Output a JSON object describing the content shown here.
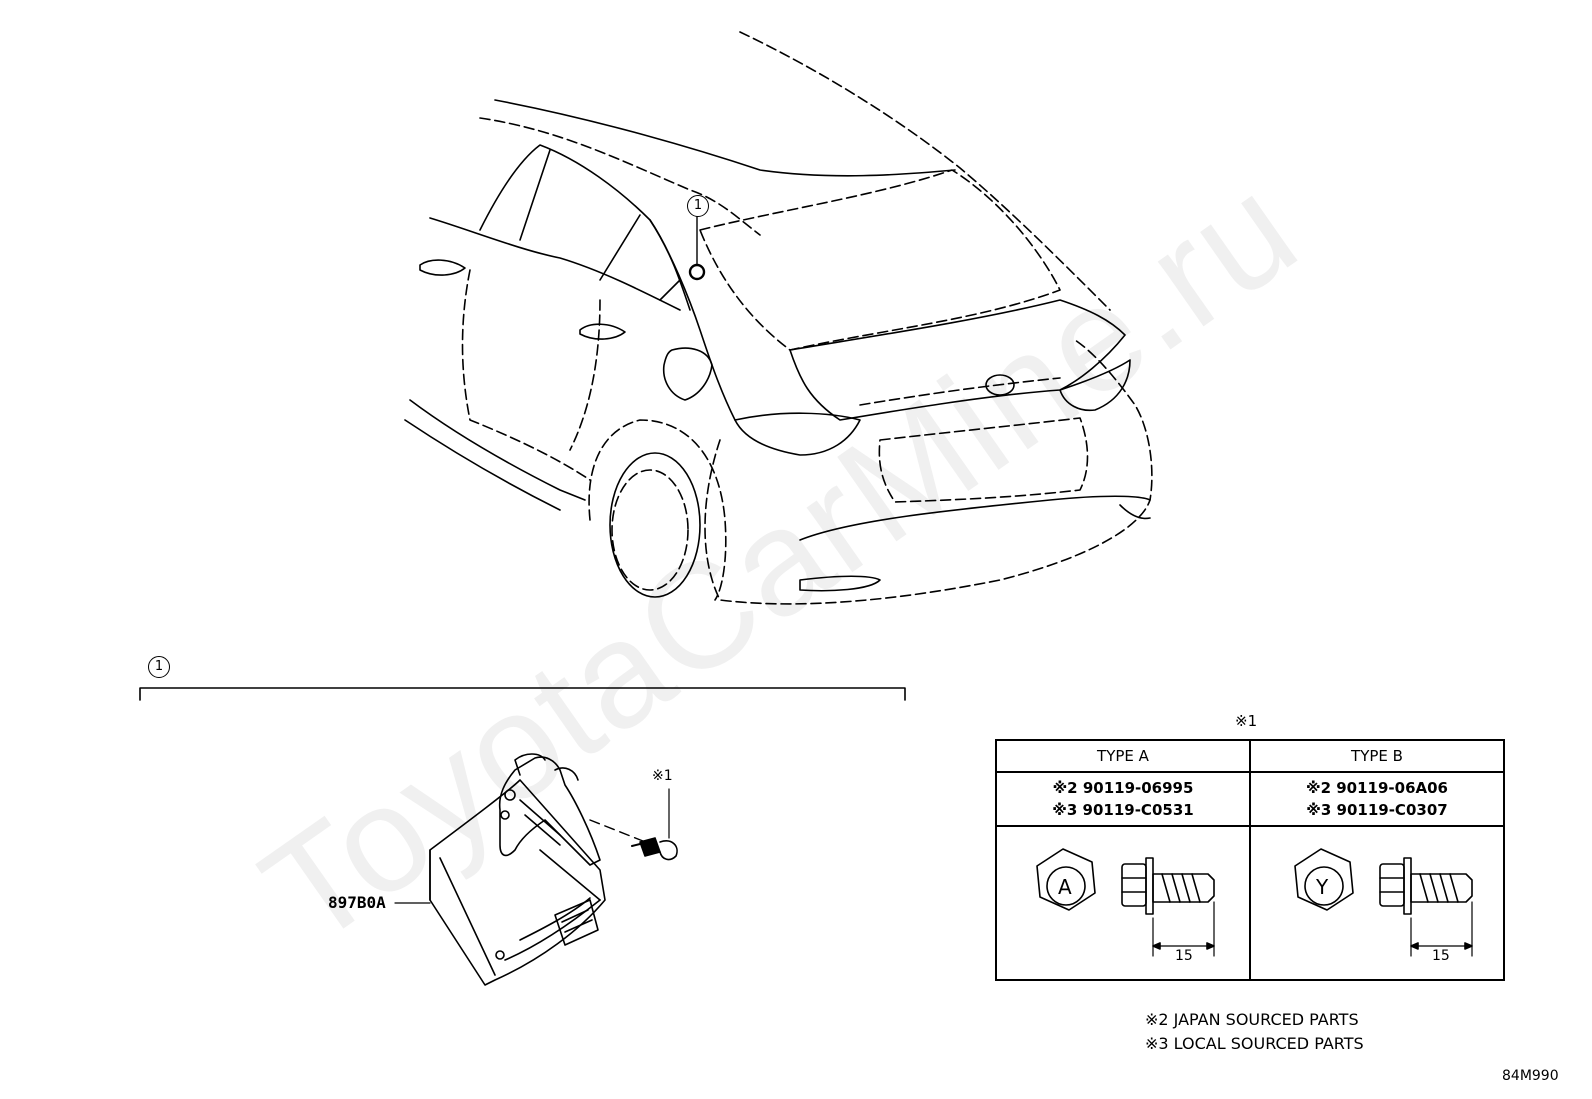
{
  "watermark": "ToyotaCarMine.ru",
  "callouts": {
    "car_ref": "1",
    "assembly_ref": "1"
  },
  "part_label": "897B0A",
  "bolt_ref": "※1",
  "table": {
    "ref": "※1",
    "types": [
      {
        "header": "TYPE A",
        "part_lines": [
          "※2 90119-06995",
          "※3 90119-C0531"
        ],
        "head_mark": "A",
        "dimension": "15"
      },
      {
        "header": "TYPE B",
        "part_lines": [
          "※2 90119-06A06",
          "※3 90119-C0307"
        ],
        "head_mark": "Y",
        "dimension": "15"
      }
    ]
  },
  "notes": [
    "※2 JAPAN SOURCED PARTS",
    "※3 LOCAL SOURCED PARTS"
  ],
  "diagram_code": "84M990"
}
